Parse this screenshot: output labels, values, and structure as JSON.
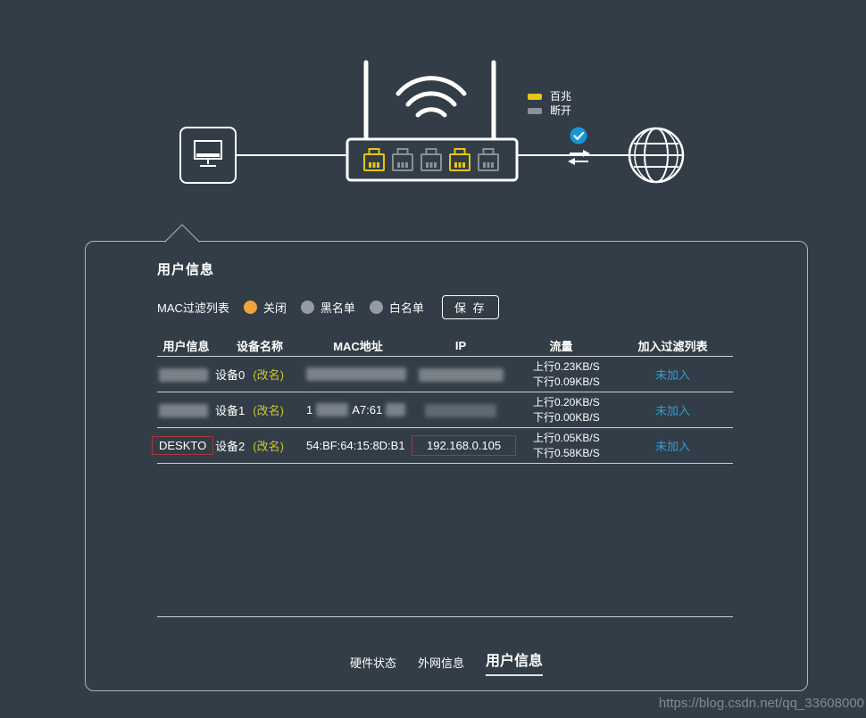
{
  "page": {
    "watermark": "https://blog.csdn.net/qq_33608000",
    "background_color": "#323d47"
  },
  "topology": {
    "legend": [
      {
        "label": "百兆",
        "color": "#e5c713"
      },
      {
        "label": "断开",
        "color": "#8a9199"
      }
    ],
    "ports": [
      {
        "active": true
      },
      {
        "active": false
      },
      {
        "active": false
      },
      {
        "active": true
      },
      {
        "active": false
      }
    ],
    "status_color": "#1796d6"
  },
  "panel": {
    "title": "用户信息",
    "filter": {
      "label": "MAC过滤列表",
      "options": [
        {
          "label": "关闭",
          "selected": true
        },
        {
          "label": "黑名单",
          "selected": false
        },
        {
          "label": "白名单",
          "selected": false
        }
      ],
      "save_label": "保 存",
      "selected_color": "#f0a43c"
    },
    "table": {
      "headers": [
        "用户信息",
        "设备名称",
        "MAC地址",
        "IP",
        "流量",
        "加入过滤列表"
      ],
      "highlight_color": "#a23a3a",
      "rows": [
        {
          "user": "",
          "user_redacted": true,
          "device": "设备0",
          "rename": "(改名)",
          "mac": "",
          "mac_redacted": true,
          "ip": "",
          "ip_redacted": true,
          "up": "上行0.23KB/S",
          "down": "下行0.09KB/S",
          "join": "未加入"
        },
        {
          "user": "",
          "user_redacted": true,
          "device": "设备1",
          "rename": "(改名)",
          "mac_fragments": [
            "1",
            "A7:61"
          ],
          "mac_redacted": true,
          "ip": "",
          "ip_redacted": true,
          "up": "上行0.20KB/S",
          "down": "下行0.00KB/S",
          "join": "未加入"
        },
        {
          "user": "DESKTO",
          "user_highlighted": true,
          "device": "设备2",
          "rename": "(改名)",
          "mac": "54:BF:64:15:8D:B1",
          "ip": "192.168.0.105",
          "ip_highlighted": true,
          "up": "上行0.05KB/S",
          "down": "下行0.58KB/S",
          "join": "未加入"
        }
      ]
    },
    "footer_nav": [
      {
        "label": "硬件状态",
        "active": false
      },
      {
        "label": "外网信息",
        "active": false
      },
      {
        "label": "用户信息",
        "active": true
      }
    ]
  }
}
